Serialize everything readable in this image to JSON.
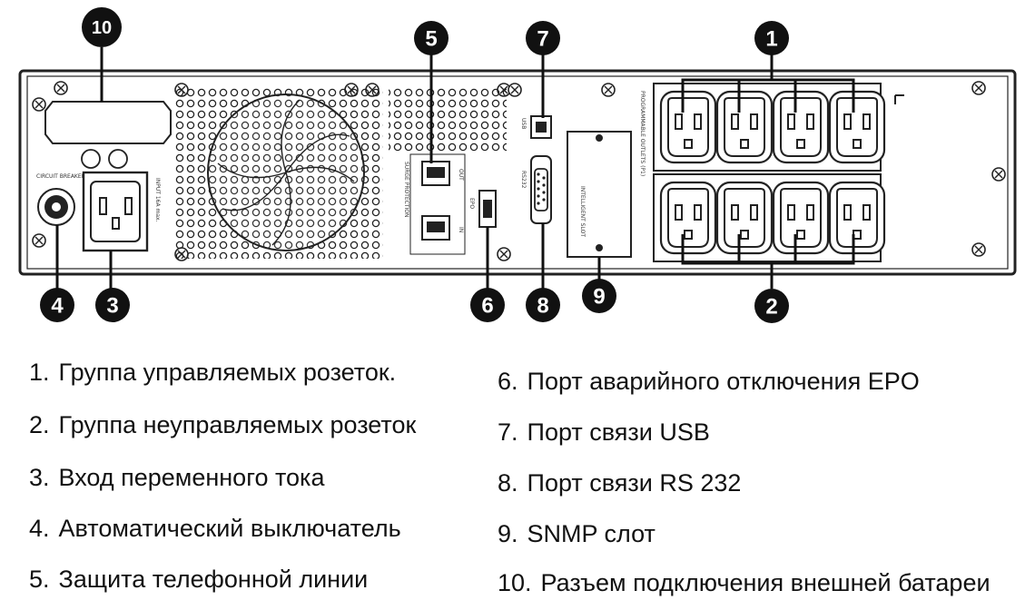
{
  "panel_labels": {
    "circuit_breaker": "CIRCUIT BREAKER",
    "input": "INPUT 16A max.",
    "surge_protection": "SURGE PROTECTION",
    "out": "OUT",
    "in": "IN",
    "epo": "EPO",
    "usb": "USB",
    "rs232": "RS232",
    "intelligent_slot": "INTELLIGENT SLOT",
    "programmable_outlets": "PROGRAMMABLE OUTLETS (P1)"
  },
  "callouts": [
    "1",
    "2",
    "3",
    "4",
    "5",
    "6",
    "7",
    "8",
    "9",
    "10"
  ],
  "legend": [
    {
      "num": "1.",
      "text": "Группа управляемых розеток."
    },
    {
      "num": "2.",
      "text": "Группа неуправляемых розеток"
    },
    {
      "num": "3.",
      "text": "Вход переменного тока"
    },
    {
      "num": "4.",
      "text": "Автоматический выключатель"
    },
    {
      "num": "5.",
      "text": "Защита телефонной линии"
    },
    {
      "num": "6.",
      "text": "Порт аварийного отключения EPO"
    },
    {
      "num": "7.",
      "text": "Порт связи USB"
    },
    {
      "num": "8.",
      "text": "Порт связи RS 232"
    },
    {
      "num": "9.",
      "text": "SNMP слот"
    },
    {
      "num": "10.",
      "text": "Разъем подключения внешней батареи"
    }
  ]
}
